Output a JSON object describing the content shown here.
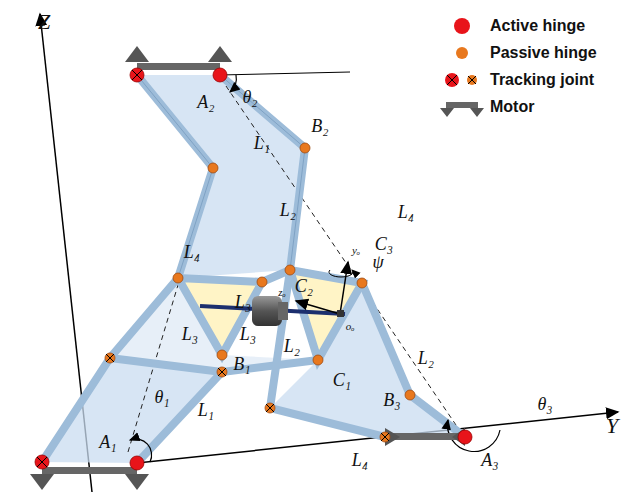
{
  "diagram": {
    "labels": [
      "Z",
      "Y",
      "A₁",
      "A₂",
      "A₃",
      "B₁",
      "B₂",
      "B₃",
      "C₁",
      "C₂",
      "C₃",
      "L₁",
      "L₁",
      "L₂",
      "L₂",
      "L₂",
      "L₃",
      "L₃",
      "L₃",
      "L₄",
      "L₄",
      "L₄",
      "θ₁",
      "θ₂",
      "θ₃",
      "ψ",
      "oₒ",
      "yₒ",
      "zₒ"
    ],
    "legend": [
      {
        "text": "Active hinge",
        "color": "#e8141a"
      },
      {
        "text": "Passive hinge",
        "color": "#e8781e"
      },
      {
        "text": "Tracking joint"
      },
      {
        "text": "Motor"
      }
    ]
  }
}
